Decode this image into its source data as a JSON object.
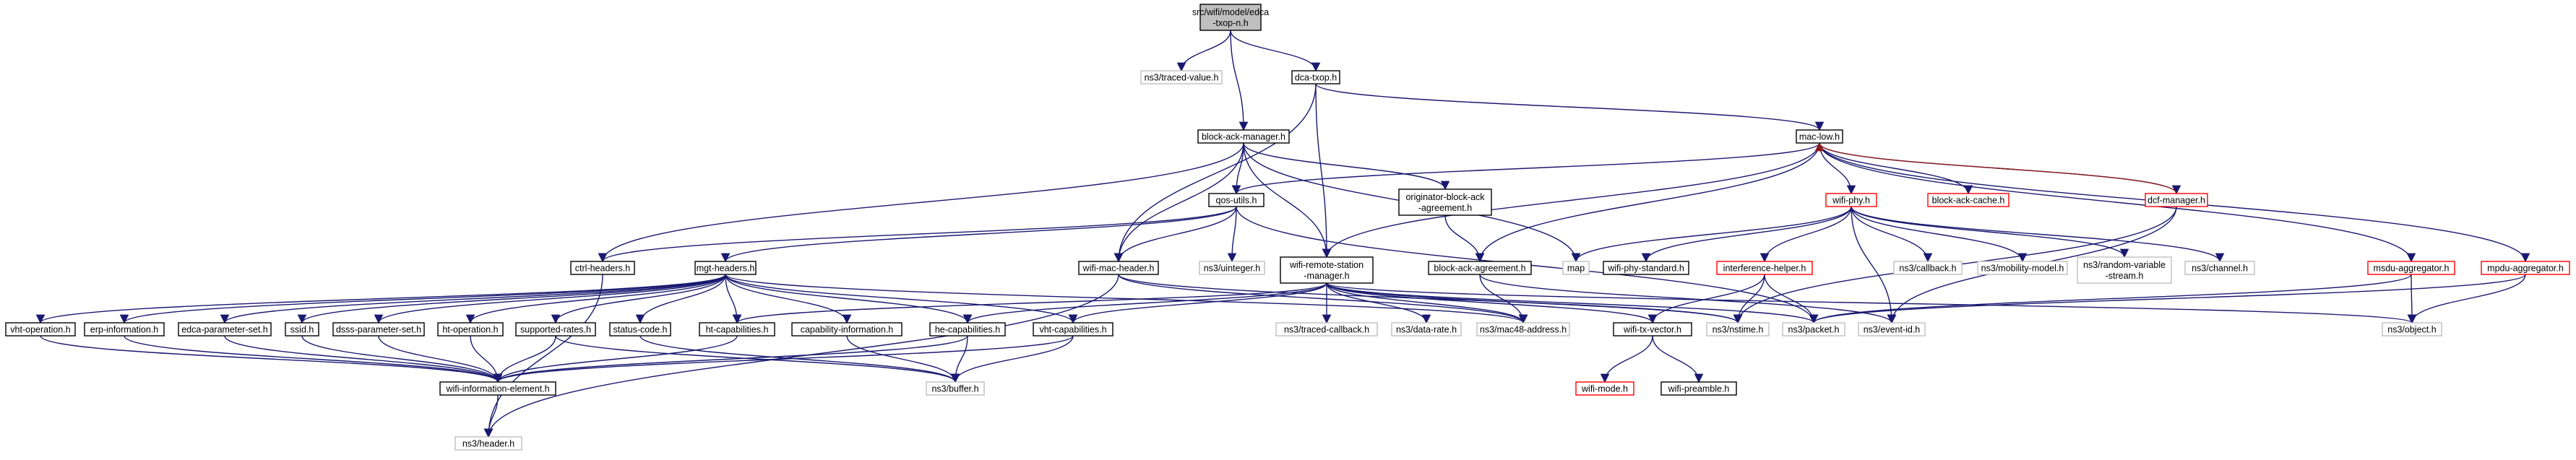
{
  "colors": {
    "edge": "#191970",
    "edge_to_focus": "#8b1a1a",
    "default_border": "#000000",
    "missing_border": "#ff0000",
    "external_border": "#bfbfbf",
    "external_text": "#7f7f7f",
    "missing_text": "#ff0000",
    "focus_fill": "#bfbfbf",
    "node_fill": "#ffffff"
  },
  "nodes": [
    {
      "id": "root",
      "lines": [
        "src/wifi/model/edca",
        "-txop-n.h"
      ],
      "kind": "focus"
    },
    {
      "id": "traced_value",
      "lines": [
        "ns3/traced-value.h"
      ],
      "kind": "external"
    },
    {
      "id": "dca_txop",
      "lines": [
        "dca-txop.h"
      ],
      "kind": "normal"
    },
    {
      "id": "block_ack_manager",
      "lines": [
        "block-ack-manager.h"
      ],
      "kind": "normal"
    },
    {
      "id": "mac_low",
      "lines": [
        "mac-low.h"
      ],
      "kind": "normal"
    },
    {
      "id": "qos_utils",
      "lines": [
        "qos-utils.h"
      ],
      "kind": "normal"
    },
    {
      "id": "originator",
      "lines": [
        "originator-block-ack",
        "-agreement.h"
      ],
      "kind": "normal"
    },
    {
      "id": "wifi_phy",
      "lines": [
        "wifi-phy.h"
      ],
      "kind": "missing"
    },
    {
      "id": "block_ack_cache",
      "lines": [
        "block-ack-cache.h"
      ],
      "kind": "missing"
    },
    {
      "id": "dcf_manager",
      "lines": [
        "dcf-manager.h"
      ],
      "kind": "missing"
    },
    {
      "id": "ctrl_headers",
      "lines": [
        "ctrl-headers.h"
      ],
      "kind": "normal"
    },
    {
      "id": "mgt_headers",
      "lines": [
        "mgt-headers.h"
      ],
      "kind": "normal"
    },
    {
      "id": "wifi_mac_header",
      "lines": [
        "wifi-mac-header.h"
      ],
      "kind": "normal"
    },
    {
      "id": "uinteger",
      "lines": [
        "ns3/uinteger.h"
      ],
      "kind": "external"
    },
    {
      "id": "remote_station",
      "lines": [
        "wifi-remote-station",
        "-manager.h"
      ],
      "kind": "normal"
    },
    {
      "id": "block_ack_agreement",
      "lines": [
        "block-ack-agreement.h"
      ],
      "kind": "normal"
    },
    {
      "id": "map",
      "lines": [
        "map"
      ],
      "kind": "external"
    },
    {
      "id": "wifi_phy_standard",
      "lines": [
        "wifi-phy-standard.h"
      ],
      "kind": "normal"
    },
    {
      "id": "interference_helper",
      "lines": [
        "interference-helper.h"
      ],
      "kind": "missing"
    },
    {
      "id": "callback",
      "lines": [
        "ns3/callback.h"
      ],
      "kind": "external"
    },
    {
      "id": "mobility_model",
      "lines": [
        "ns3/mobility-model.h"
      ],
      "kind": "external"
    },
    {
      "id": "random_variable",
      "lines": [
        "ns3/random-variable",
        "-stream.h"
      ],
      "kind": "external"
    },
    {
      "id": "channel",
      "lines": [
        "ns3/channel.h"
      ],
      "kind": "external"
    },
    {
      "id": "msdu_aggregator",
      "lines": [
        "msdu-aggregator.h"
      ],
      "kind": "missing"
    },
    {
      "id": "mpdu_aggregator",
      "lines": [
        "mpdu-aggregator.h"
      ],
      "kind": "missing"
    },
    {
      "id": "vht_operation",
      "lines": [
        "vht-operation.h"
      ],
      "kind": "normal"
    },
    {
      "id": "erp_information",
      "lines": [
        "erp-information.h"
      ],
      "kind": "normal"
    },
    {
      "id": "edca_parameter_set",
      "lines": [
        "edca-parameter-set.h"
      ],
      "kind": "normal"
    },
    {
      "id": "ssid",
      "lines": [
        "ssid.h"
      ],
      "kind": "normal"
    },
    {
      "id": "dsss_parameter_set",
      "lines": [
        "dsss-parameter-set.h"
      ],
      "kind": "normal"
    },
    {
      "id": "ht_operation",
      "lines": [
        "ht-operation.h"
      ],
      "kind": "normal"
    },
    {
      "id": "supported_rates",
      "lines": [
        "supported-rates.h"
      ],
      "kind": "normal"
    },
    {
      "id": "status_code",
      "lines": [
        "status-code.h"
      ],
      "kind": "normal"
    },
    {
      "id": "ht_capabilities",
      "lines": [
        "ht-capabilities.h"
      ],
      "kind": "normal"
    },
    {
      "id": "capability_information",
      "lines": [
        "capability-information.h"
      ],
      "kind": "normal"
    },
    {
      "id": "he_capabilities",
      "lines": [
        "he-capabilities.h"
      ],
      "kind": "normal"
    },
    {
      "id": "vht_capabilities",
      "lines": [
        "vht-capabilities.h"
      ],
      "kind": "normal"
    },
    {
      "id": "traced_callback",
      "lines": [
        "ns3/traced-callback.h"
      ],
      "kind": "external"
    },
    {
      "id": "data_rate",
      "lines": [
        "ns3/data-rate.h"
      ],
      "kind": "external"
    },
    {
      "id": "mac48_address",
      "lines": [
        "ns3/mac48-address.h"
      ],
      "kind": "external"
    },
    {
      "id": "wifi_tx_vector",
      "lines": [
        "wifi-tx-vector.h"
      ],
      "kind": "normal"
    },
    {
      "id": "nstime",
      "lines": [
        "ns3/nstime.h"
      ],
      "kind": "external"
    },
    {
      "id": "packet",
      "lines": [
        "ns3/packet.h"
      ],
      "kind": "external"
    },
    {
      "id": "event_id",
      "lines": [
        "ns3/event-id.h"
      ],
      "kind": "external"
    },
    {
      "id": "object",
      "lines": [
        "ns3/object.h"
      ],
      "kind": "external"
    },
    {
      "id": "wifi_information_element",
      "lines": [
        "wifi-information-element.h"
      ],
      "kind": "normal"
    },
    {
      "id": "buffer",
      "lines": [
        "ns3/buffer.h"
      ],
      "kind": "external"
    },
    {
      "id": "wifi_mode",
      "lines": [
        "wifi-mode.h"
      ],
      "kind": "missing"
    },
    {
      "id": "wifi_preamble",
      "lines": [
        "wifi-preamble.h"
      ],
      "kind": "normal"
    },
    {
      "id": "header",
      "lines": [
        "ns3/header.h"
      ],
      "kind": "external"
    }
  ],
  "edges": [
    [
      "root",
      "traced_value"
    ],
    [
      "root",
      "dca_txop"
    ],
    [
      "root",
      "block_ack_manager"
    ],
    [
      "dca_txop",
      "mac_low"
    ],
    [
      "dca_txop",
      "wifi_mac_header"
    ],
    [
      "dca_txop",
      "remote_station"
    ],
    [
      "block_ack_manager",
      "qos_utils"
    ],
    [
      "block_ack_manager",
      "originator"
    ],
    [
      "block_ack_manager",
      "ctrl_headers"
    ],
    [
      "block_ack_manager",
      "wifi_mac_header"
    ],
    [
      "block_ack_manager",
      "remote_station"
    ],
    [
      "block_ack_manager",
      "map"
    ],
    [
      "mac_low",
      "qos_utils"
    ],
    [
      "mac_low",
      "wifi_phy"
    ],
    [
      "mac_low",
      "block_ack_cache"
    ],
    [
      "mac_low",
      "dcf_manager"
    ],
    [
      "mac_low",
      "msdu_aggregator"
    ],
    [
      "mac_low",
      "mpdu_aggregator"
    ],
    [
      "mac_low",
      "remote_station"
    ],
    [
      "mac_low",
      "block_ack_agreement"
    ],
    [
      "dcf_manager",
      "mac_low"
    ],
    [
      "dcf_manager",
      "nstime"
    ],
    [
      "dcf_manager",
      "event_id"
    ],
    [
      "qos_utils",
      "ctrl_headers"
    ],
    [
      "qos_utils",
      "mgt_headers"
    ],
    [
      "qos_utils",
      "wifi_mac_header"
    ],
    [
      "qos_utils",
      "uinteger"
    ],
    [
      "qos_utils",
      "packet"
    ],
    [
      "originator",
      "block_ack_agreement"
    ],
    [
      "block_ack_agreement",
      "mac48_address"
    ],
    [
      "block_ack_agreement",
      "event_id"
    ],
    [
      "wifi_phy",
      "map"
    ],
    [
      "wifi_phy",
      "wifi_phy_standard"
    ],
    [
      "wifi_phy",
      "interference_helper"
    ],
    [
      "wifi_phy",
      "callback"
    ],
    [
      "wifi_phy",
      "mobility_model"
    ],
    [
      "wifi_phy",
      "random_variable"
    ],
    [
      "wifi_phy",
      "channel"
    ],
    [
      "wifi_phy",
      "event_id"
    ],
    [
      "interference_helper",
      "wifi_tx_vector"
    ],
    [
      "interference_helper",
      "nstime"
    ],
    [
      "interference_helper",
      "packet"
    ],
    [
      "msdu_aggregator",
      "packet"
    ],
    [
      "msdu_aggregator",
      "object"
    ],
    [
      "mpdu_aggregator",
      "packet"
    ],
    [
      "mpdu_aggregator",
      "object"
    ],
    [
      "ctrl_headers",
      "header"
    ],
    [
      "mgt_headers",
      "vht_operation"
    ],
    [
      "mgt_headers",
      "erp_information"
    ],
    [
      "mgt_headers",
      "edca_parameter_set"
    ],
    [
      "mgt_headers",
      "ssid"
    ],
    [
      "mgt_headers",
      "dsss_parameter_set"
    ],
    [
      "mgt_headers",
      "ht_operation"
    ],
    [
      "mgt_headers",
      "supported_rates"
    ],
    [
      "mgt_headers",
      "status_code"
    ],
    [
      "mgt_headers",
      "ht_capabilities"
    ],
    [
      "mgt_headers",
      "capability_information"
    ],
    [
      "mgt_headers",
      "he_capabilities"
    ],
    [
      "mgt_headers",
      "vht_capabilities"
    ],
    [
      "mgt_headers",
      "mac48_address"
    ],
    [
      "wifi_mac_header",
      "header"
    ],
    [
      "wifi_mac_header",
      "mac48_address"
    ],
    [
      "wifi_mac_header",
      "nstime"
    ],
    [
      "remote_station",
      "traced_callback"
    ],
    [
      "remote_station",
      "data_rate"
    ],
    [
      "remote_station",
      "mac48_address"
    ],
    [
      "remote_station",
      "wifi_tx_vector"
    ],
    [
      "remote_station",
      "nstime"
    ],
    [
      "remote_station",
      "packet"
    ],
    [
      "remote_station",
      "object"
    ],
    [
      "remote_station",
      "ht_capabilities"
    ],
    [
      "remote_station",
      "he_capabilities"
    ],
    [
      "remote_station",
      "vht_capabilities"
    ],
    [
      "vht_operation",
      "wifi_information_element"
    ],
    [
      "erp_information",
      "wifi_information_element"
    ],
    [
      "edca_parameter_set",
      "wifi_information_element"
    ],
    [
      "ssid",
      "wifi_information_element"
    ],
    [
      "dsss_parameter_set",
      "wifi_information_element"
    ],
    [
      "ht_operation",
      "wifi_information_element"
    ],
    [
      "supported_rates",
      "wifi_information_element"
    ],
    [
      "supported_rates",
      "buffer"
    ],
    [
      "status_code",
      "buffer"
    ],
    [
      "ht_capabilities",
      "wifi_information_element"
    ],
    [
      "capability_information",
      "buffer"
    ],
    [
      "he_capabilities",
      "wifi_information_element"
    ],
    [
      "he_capabilities",
      "buffer"
    ],
    [
      "vht_capabilities",
      "wifi_information_element"
    ],
    [
      "vht_capabilities",
      "buffer"
    ],
    [
      "wifi_information_element",
      "header"
    ],
    [
      "wifi_tx_vector",
      "wifi_mode"
    ],
    [
      "wifi_tx_vector",
      "wifi_preamble"
    ]
  ]
}
